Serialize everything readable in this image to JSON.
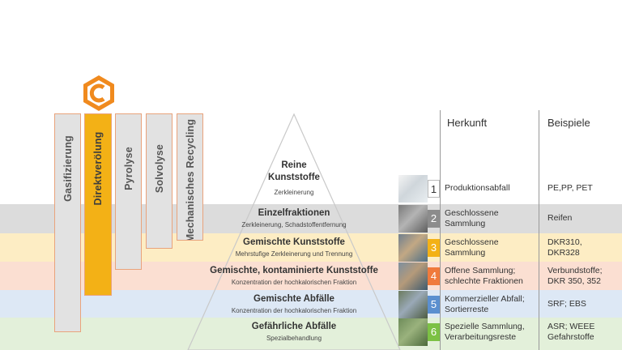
{
  "logo": {
    "letter": "C",
    "color": "#f08a1e"
  },
  "processes": [
    {
      "label": "Gasifizierung",
      "active": false
    },
    {
      "label": "Direktverölung",
      "active": true
    },
    {
      "label": "Pyrolyse",
      "active": false
    },
    {
      "label": "Solvolyse",
      "active": false
    },
    {
      "label": "Mechanisches Recycling",
      "active": false
    }
  ],
  "headers": {
    "herkunft": "Herkunft",
    "beispiele": "Beispiele"
  },
  "pyramid": {
    "apex": {
      "title_line1": "Reine",
      "title_line2": "Kunststoffe",
      "subtitle": "Zerkleinerung"
    }
  },
  "levels": [
    {
      "num": "1",
      "title": "Reine Kunststoffe",
      "subtitle": "Zerkleinerung",
      "herkunft": "Produktionsabfall",
      "beispiele": "PE,PP, PET",
      "band_color": "",
      "num_color": "#ffffff"
    },
    {
      "num": "2",
      "title": "Einzelfraktionen",
      "subtitle": "Zerkleinerung, Schadstoffentfernung",
      "herkunft": "Geschlossene\nSammlung",
      "beispiele": "Reifen",
      "band_color": "#dcdcdc",
      "num_color": "#8c8c8c"
    },
    {
      "num": "3",
      "title": "Gemischte Kunststoffe",
      "subtitle": "Mehrstufige Zerkleinerung und Trennung",
      "herkunft": "Geschlossene\nSammlung",
      "beispiele": "DKR310,\nDKR328",
      "band_color": "#fdedc4",
      "num_color": "#f3b116"
    },
    {
      "num": "4",
      "title": "Gemischte, kontaminierte Kunststoffe",
      "subtitle": "Konzentration der hochkalorischen Fraktion",
      "herkunft": "Offene Sammlung;\nschlechte Fraktionen",
      "beispiele": "Verbundstoffe;\nDKR 350, 352",
      "band_color": "#fbdfd2",
      "num_color": "#f07a3c"
    },
    {
      "num": "5",
      "title": "Gemischte Abfälle",
      "subtitle": "Konzentration der hochkalorischen Fraktion",
      "herkunft": "Kommerzieller Abfall;\nSortierreste",
      "beispiele": "SRF; EBS",
      "band_color": "#dde8f5",
      "num_color": "#5b8fcf"
    },
    {
      "num": "6",
      "title": "Gefährliche Abfälle",
      "subtitle": "Spezialbehandlung",
      "herkunft": "Spezielle Sammlung,\nVerarbeitungsreste",
      "beispiele": "ASR; WEEE\nGefahrstoffe",
      "band_color": "#e3f0da",
      "num_color": "#7cc144"
    }
  ]
}
